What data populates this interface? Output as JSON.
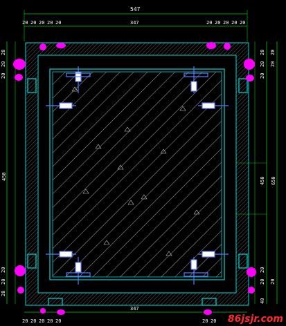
{
  "dimensions": {
    "top_overall": "547",
    "top_inner": "347",
    "bottom_inner": "347",
    "left_vertical": "450",
    "right_inner_vertical": "450",
    "right_outer_vertical": "650",
    "small_step": "20",
    "right_small": "40"
  },
  "colors": {
    "background": "#000000",
    "frame_cyan": "#00d8d8",
    "dim_green": "#00cc00",
    "text_white": "#ffffff",
    "marker_magenta": "#ff00ff",
    "hatch": "#d8d8d8",
    "fixing_blue": "#5a7cff"
  },
  "watermark": "86jsjr.com"
}
